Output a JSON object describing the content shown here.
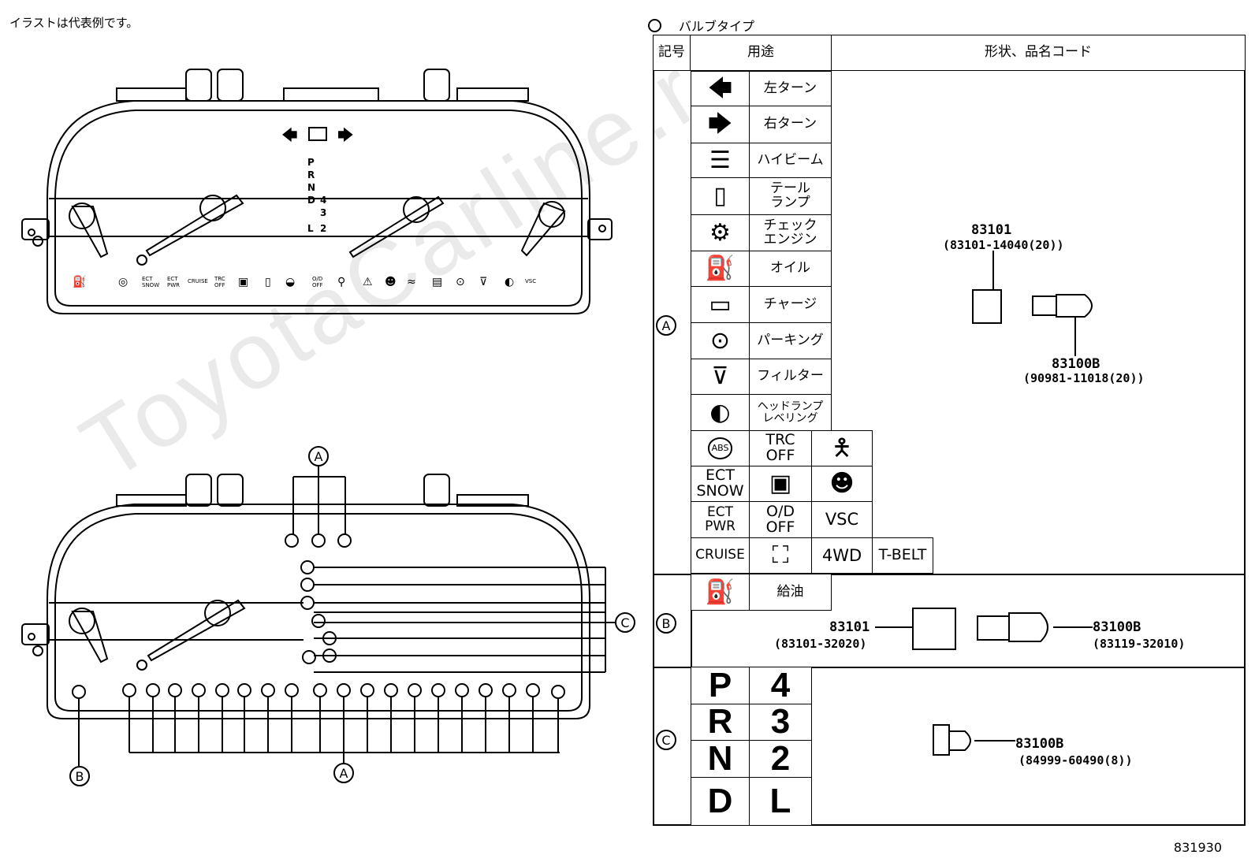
{
  "note": "イラストは代表例です。",
  "watermark": "ToyotaCarline.ru",
  "bulb_title": "バルブタイプ",
  "table": {
    "headers": [
      "記号",
      "用途",
      "形状、品名コード"
    ],
    "rows": [
      {
        "mark": "A",
        "labels": [
          "左ターン",
          "右ターン",
          "ハイビーム",
          "テール\nランプ",
          "チェック\nエンジン",
          "オイル",
          "チャージ",
          "パーキング",
          "フィルター",
          "ヘッドランプ\nレベリング"
        ]
      },
      {
        "mark": "B",
        "labels": [
          "給油"
        ]
      },
      {
        "mark": "C",
        "labels": [
          "P",
          "R",
          "N",
          "D",
          "4",
          "3",
          "2",
          "L"
        ]
      }
    ],
    "grid_a": [
      "TRC\nOFF",
      "ECT\nSNOW",
      "ECT\nPWR",
      "O/D\nOFF",
      "VSC",
      "CRUISE",
      "4WD",
      "T-BELT"
    ],
    "abs_label": "ABS"
  },
  "parts": {
    "a_socket": {
      "no": "83101",
      "code": "(83101-14040(20))"
    },
    "a_bulb": {
      "no": "83100B",
      "code": "(90981-11018(20))"
    },
    "b_socket": {
      "no": "83101",
      "code": "(83101-32020)"
    },
    "b_bulb": {
      "no": "83100B",
      "code": "(83119-32010)"
    },
    "c_bulb": {
      "no": "83100B",
      "code": "(84999-60490(8))"
    }
  },
  "callouts": {
    "a": "A",
    "b": "B",
    "c": "C"
  },
  "cluster": {
    "gear": [
      "P",
      "R",
      "N",
      "D",
      "L"
    ],
    "gear2": [
      "4",
      "3",
      "2"
    ],
    "small_labels": [
      "ECT\nSNOW",
      "ECT\nPWR",
      "CRUISE",
      "TRC\nOFF",
      "O/D\nOFF",
      "VSC"
    ]
  },
  "figure_no": "831930"
}
